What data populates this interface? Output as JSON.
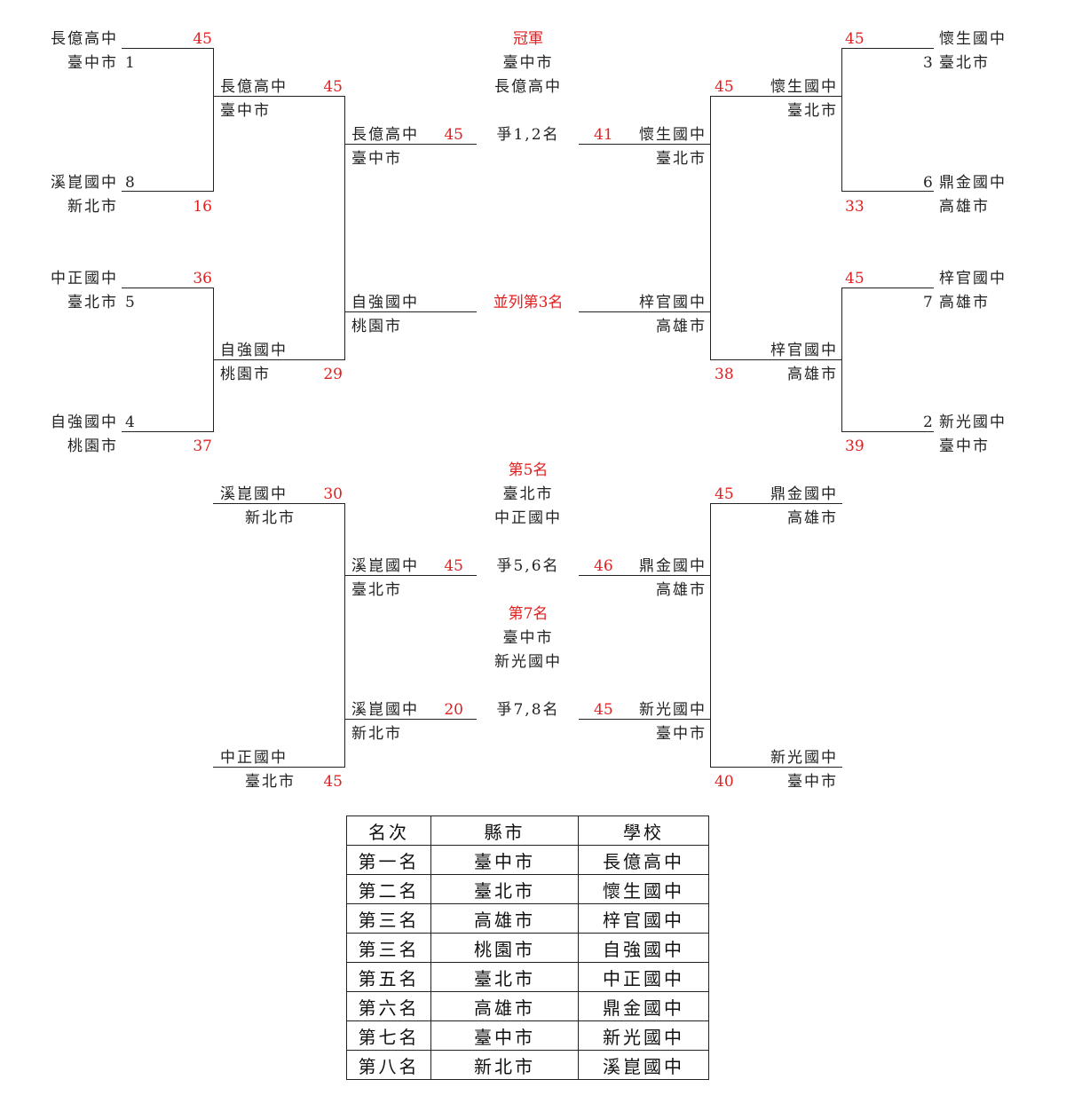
{
  "bracket": {
    "round1": [
      {
        "school": "長億高中",
        "city": "臺中市",
        "seed": "1",
        "score": "45"
      },
      {
        "school": "溪崑國中",
        "city": "新北市",
        "seed": "8",
        "score": "16"
      },
      {
        "school": "中正國中",
        "city": "臺北市",
        "seed": "5",
        "score": "36"
      },
      {
        "school": "自強國中",
        "city": "桃園市",
        "seed": "4",
        "score": "37"
      },
      {
        "school": "懷生國中",
        "city": "臺北市",
        "seed": "3",
        "score": "45"
      },
      {
        "school": "鼎金國中",
        "city": "高雄市",
        "seed": "6",
        "score": "33"
      },
      {
        "school": "梓官國中",
        "city": "高雄市",
        "seed": "7",
        "score": "45"
      },
      {
        "school": "新光國中",
        "city": "臺中市",
        "seed": "2",
        "score": "39"
      }
    ],
    "round2": [
      {
        "school": "長億高中",
        "city": "臺中市",
        "score": "45"
      },
      {
        "school": "自強國中",
        "city": "桃園市",
        "score": "29"
      },
      {
        "school": "懷生國中",
        "city": "臺北市",
        "score": "45"
      },
      {
        "school": "梓官國中",
        "city": "高雄市",
        "score": "38"
      }
    ],
    "final": [
      {
        "school": "長億高中",
        "city": "臺中市",
        "score": "45"
      },
      {
        "school": "懷生國中",
        "city": "臺北市",
        "score": "41"
      }
    ],
    "third": [
      {
        "school": "自強國中",
        "city": "桃園市"
      },
      {
        "school": "梓官國中",
        "city": "高雄市"
      }
    ],
    "champion": {
      "title": "冠軍",
      "city": "臺中市",
      "school": "長億高中"
    },
    "final_label": "爭1,2名",
    "third_label": "並列第3名"
  },
  "consolation": {
    "entries": [
      {
        "school": "溪崑國中",
        "city": "新北市",
        "score": "30"
      },
      {
        "school": "中正國中",
        "city": "臺北市",
        "score": "45"
      },
      {
        "school": "鼎金國中",
        "city": "高雄市",
        "score": "45"
      },
      {
        "school": "新光國中",
        "city": "臺中市",
        "score": "40"
      }
    ],
    "match56": [
      {
        "school": "溪崑國中",
        "city": "臺北市",
        "score": "45"
      },
      {
        "school": "鼎金國中",
        "city": "高雄市",
        "score": "46"
      }
    ],
    "match78": [
      {
        "school": "溪崑國中",
        "city": "新北市",
        "score": "20"
      },
      {
        "school": "新光國中",
        "city": "臺中市",
        "score": "45"
      }
    ],
    "fifth": {
      "title": "第5名",
      "city": "臺北市",
      "school": "中正國中"
    },
    "seventh": {
      "title": "第7名",
      "city": "臺中市",
      "school": "新光國中"
    },
    "label56": "爭5,6名",
    "label78": "爭7,8名"
  },
  "ranking": {
    "headers": [
      "名次",
      "縣市",
      "學校"
    ],
    "rows": [
      [
        "第一名",
        "臺中市",
        "長億高中"
      ],
      [
        "第二名",
        "臺北市",
        "懷生國中"
      ],
      [
        "第三名",
        "高雄市",
        "梓官國中"
      ],
      [
        "第三名",
        "桃園市",
        "自強國中"
      ],
      [
        "第五名",
        "臺北市",
        "中正國中"
      ],
      [
        "第六名",
        "高雄市",
        "鼎金國中"
      ],
      [
        "第七名",
        "臺中市",
        "新光國中"
      ],
      [
        "第八名",
        "新北市",
        "溪崑國中"
      ]
    ]
  },
  "colors": {
    "line": "#222222",
    "score": "#e02020",
    "text": "#222222"
  }
}
